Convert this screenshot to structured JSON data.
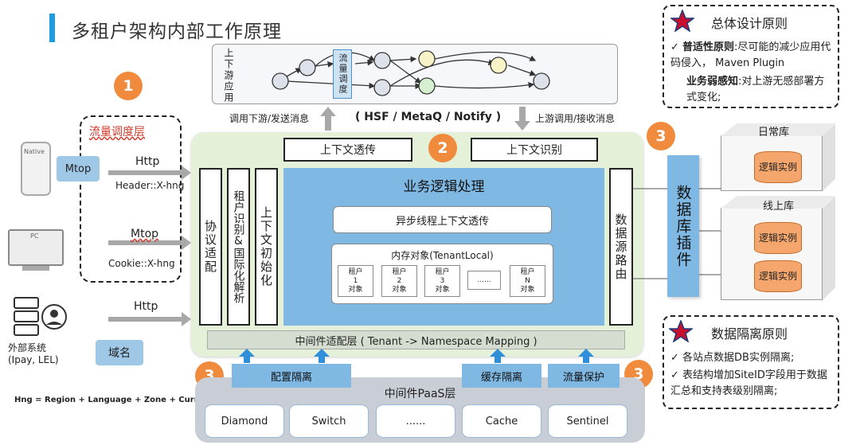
{
  "title": "多租户架构内部工作原理",
  "circles": {
    "c1": "1",
    "c2": "2",
    "c3a": "3",
    "c3b": "3",
    "c3c": "3"
  },
  "left": {
    "traffic_layer": "流量调度层",
    "native": "Native",
    "pc": "PC",
    "mtop_box": "Mtop",
    "http1": "Http",
    "header_xhng": "Header::X-hng",
    "mtop2": "Mtop",
    "cookie_xhng": "Cookie::X-hng",
    "http3": "Http",
    "external": "外部系统\n(Ipay, LEL)",
    "domain": "域名",
    "hng_formula": "Hng = Region + Language + Zone + Currency"
  },
  "top": {
    "updown_app": "上下游应用",
    "traffic_dispatch": "流量调度",
    "call_down": "调用下游/发送消息",
    "protocols": "( HSF / MetaQ / Notify )",
    "call_up": "上游调用/接收消息"
  },
  "core": {
    "ctx_pass": "上下文透传",
    "ctx_identify": "上下文识别",
    "protocol_adapt": "协议适配",
    "tenant_identify": "租户识别&国际化解析",
    "ctx_init": "上下文初始化",
    "biz_logic": "业务逻辑处理",
    "async_ctx": "异步线程上下文透传",
    "mem_obj": "内存对象(TenantLocal)",
    "tenants": [
      {
        "l1": "租户",
        "l2": "1",
        "l3": "对象"
      },
      {
        "l1": "租户",
        "l2": "2",
        "l3": "对象"
      },
      {
        "l1": "租户",
        "l2": "3",
        "l3": "对象"
      },
      {
        "l1": "......",
        "l2": "",
        "l3": ""
      },
      {
        "l1": "租户",
        "l2": "N",
        "l3": "对象"
      }
    ],
    "ds_route": "数据源路由",
    "mw_adapter": "中间件适配层 ( Tenant -> Namespace Mapping )"
  },
  "db": {
    "plugin": "数据库插件",
    "daily": "日常库",
    "online": "线上库",
    "logic_inst": "逻辑实例"
  },
  "paas": {
    "config_iso": "配置隔离",
    "cache_iso": "缓存隔离",
    "flow_protect": "流量保护",
    "layer": "中间件PaaS层",
    "items": [
      "Diamond",
      "Switch",
      "......",
      "Cache",
      "Sentinel"
    ]
  },
  "principles": {
    "overall_title": "总体设计原则",
    "overall_1_bold": "普适性原则",
    "overall_1": ":尽可能的减少应用代码侵入， Maven Plugin",
    "overall_2_bold": "业务弱感知",
    "overall_2": ":对上游无感部署方式变化;",
    "iso_title": "数据隔离原则",
    "iso_1": "各站点数据DB实例隔离;",
    "iso_2": "表结构增加SiteID字段用于数据汇总和支持表级别隔离;"
  },
  "colors": {
    "accent": "#1f9bde",
    "orange": "#f08a3c",
    "green_panel": "#e4f0d8",
    "blue_panel": "#7fb8e3",
    "red_star": "#c8102e"
  }
}
